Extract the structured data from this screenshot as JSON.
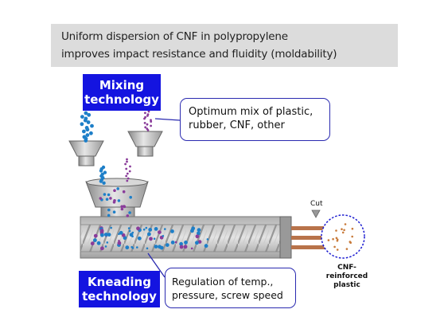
{
  "title": {
    "line1": "Uniform dispersion of CNF in polypropylene",
    "line2": "improves impact resistance and fluidity (moldability)"
  },
  "mixing": {
    "label_line1": "Mixing",
    "label_line2": "technology",
    "callout_line1": "Optimum mix of plastic,",
    "callout_line2": "rubber, CNF, other"
  },
  "kneading": {
    "label_line1": "Kneading",
    "label_line2": "technology",
    "callout_line1": "Regulation of temp.,",
    "callout_line2": "pressure, screw speed"
  },
  "cut_label": "Cut",
  "product": {
    "line1": "CNF-",
    "line2": "reinforced",
    "line3": "plastic"
  },
  "colors": {
    "label_fill": "#1414e0",
    "callout_border": "#2a2ab0",
    "particle_blue": "#1e7fc8",
    "particle_purple": "#8a3c9a",
    "particle_brown": "#c87a3a",
    "strand": "#b8734a"
  }
}
